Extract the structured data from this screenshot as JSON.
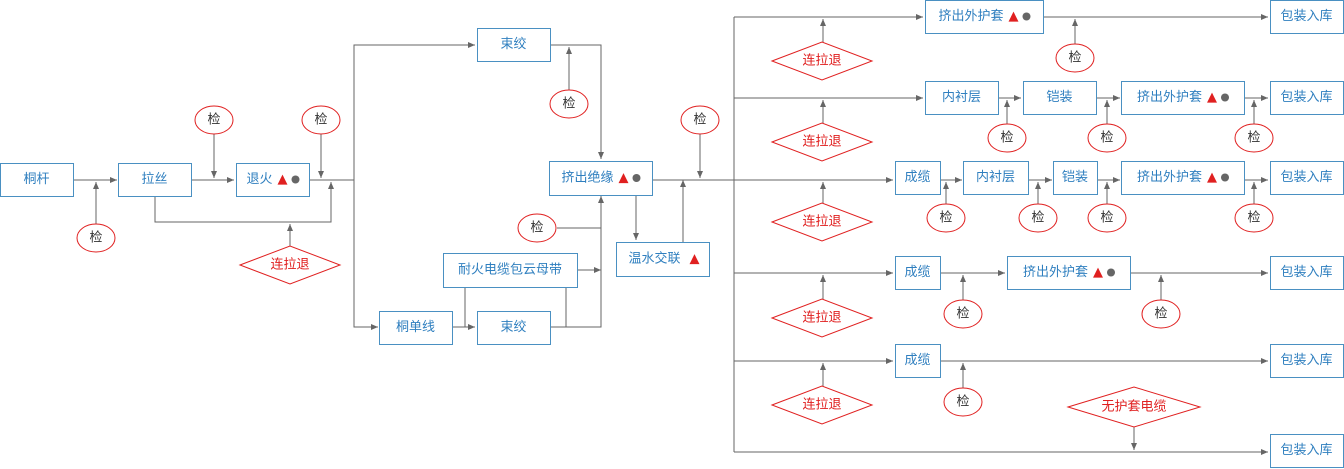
{
  "colors": {
    "box_stroke": "#4a90c2",
    "box_text": "#2f7fbf",
    "red": "#e02020",
    "line": "#666666",
    "dot": "#666666"
  },
  "labels": {
    "copper_rod": "桐杆",
    "drawing": "拉丝",
    "annealing": "退火",
    "bunch_top": "束绞",
    "bunch_bottom": "束绞",
    "copper_single": "桐单线",
    "mica_tape": "耐火电缆包云母带",
    "extrude_insulation": "挤出绝缘",
    "crosslink": "温水交联",
    "cabling": "成缆",
    "inner_liner": "内衬层",
    "armor": "铠装",
    "outer_sheath": "挤出外护套",
    "storage": "包装入库",
    "inspect": "检",
    "continuous": "连拉退",
    "no_sheath": "无护套电缆",
    "triangle": "▲"
  }
}
